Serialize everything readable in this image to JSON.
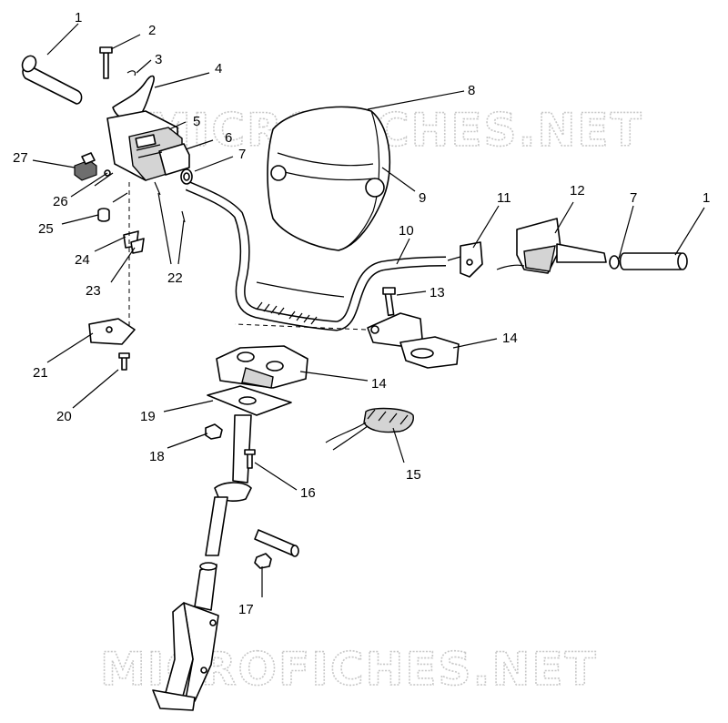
{
  "watermark": {
    "text": "MICROFICHES.NET"
  },
  "callouts": [
    {
      "id": "c1a",
      "label": "1"
    },
    {
      "id": "c2",
      "label": "2"
    },
    {
      "id": "c3",
      "label": "3"
    },
    {
      "id": "c4",
      "label": "4"
    },
    {
      "id": "c5",
      "label": "5"
    },
    {
      "id": "c6",
      "label": "6"
    },
    {
      "id": "c7a",
      "label": "7"
    },
    {
      "id": "c8",
      "label": "8"
    },
    {
      "id": "c9",
      "label": "9"
    },
    {
      "id": "c10",
      "label": "10"
    },
    {
      "id": "c11",
      "label": "11"
    },
    {
      "id": "c12",
      "label": "12"
    },
    {
      "id": "c7b",
      "label": "7"
    },
    {
      "id": "c1b",
      "label": "1"
    },
    {
      "id": "c13",
      "label": "13"
    },
    {
      "id": "c14a",
      "label": "14"
    },
    {
      "id": "c14b",
      "label": "14"
    },
    {
      "id": "c15",
      "label": "15"
    },
    {
      "id": "c16",
      "label": "16"
    },
    {
      "id": "c17",
      "label": "17"
    },
    {
      "id": "c18",
      "label": "18"
    },
    {
      "id": "c19",
      "label": "19"
    },
    {
      "id": "c20",
      "label": "20"
    },
    {
      "id": "c21",
      "label": "21"
    },
    {
      "id": "c22",
      "label": "22"
    },
    {
      "id": "c23",
      "label": "23"
    },
    {
      "id": "c24",
      "label": "24"
    },
    {
      "id": "c25",
      "label": "25"
    },
    {
      "id": "c26",
      "label": "26"
    },
    {
      "id": "c27",
      "label": "27"
    }
  ]
}
